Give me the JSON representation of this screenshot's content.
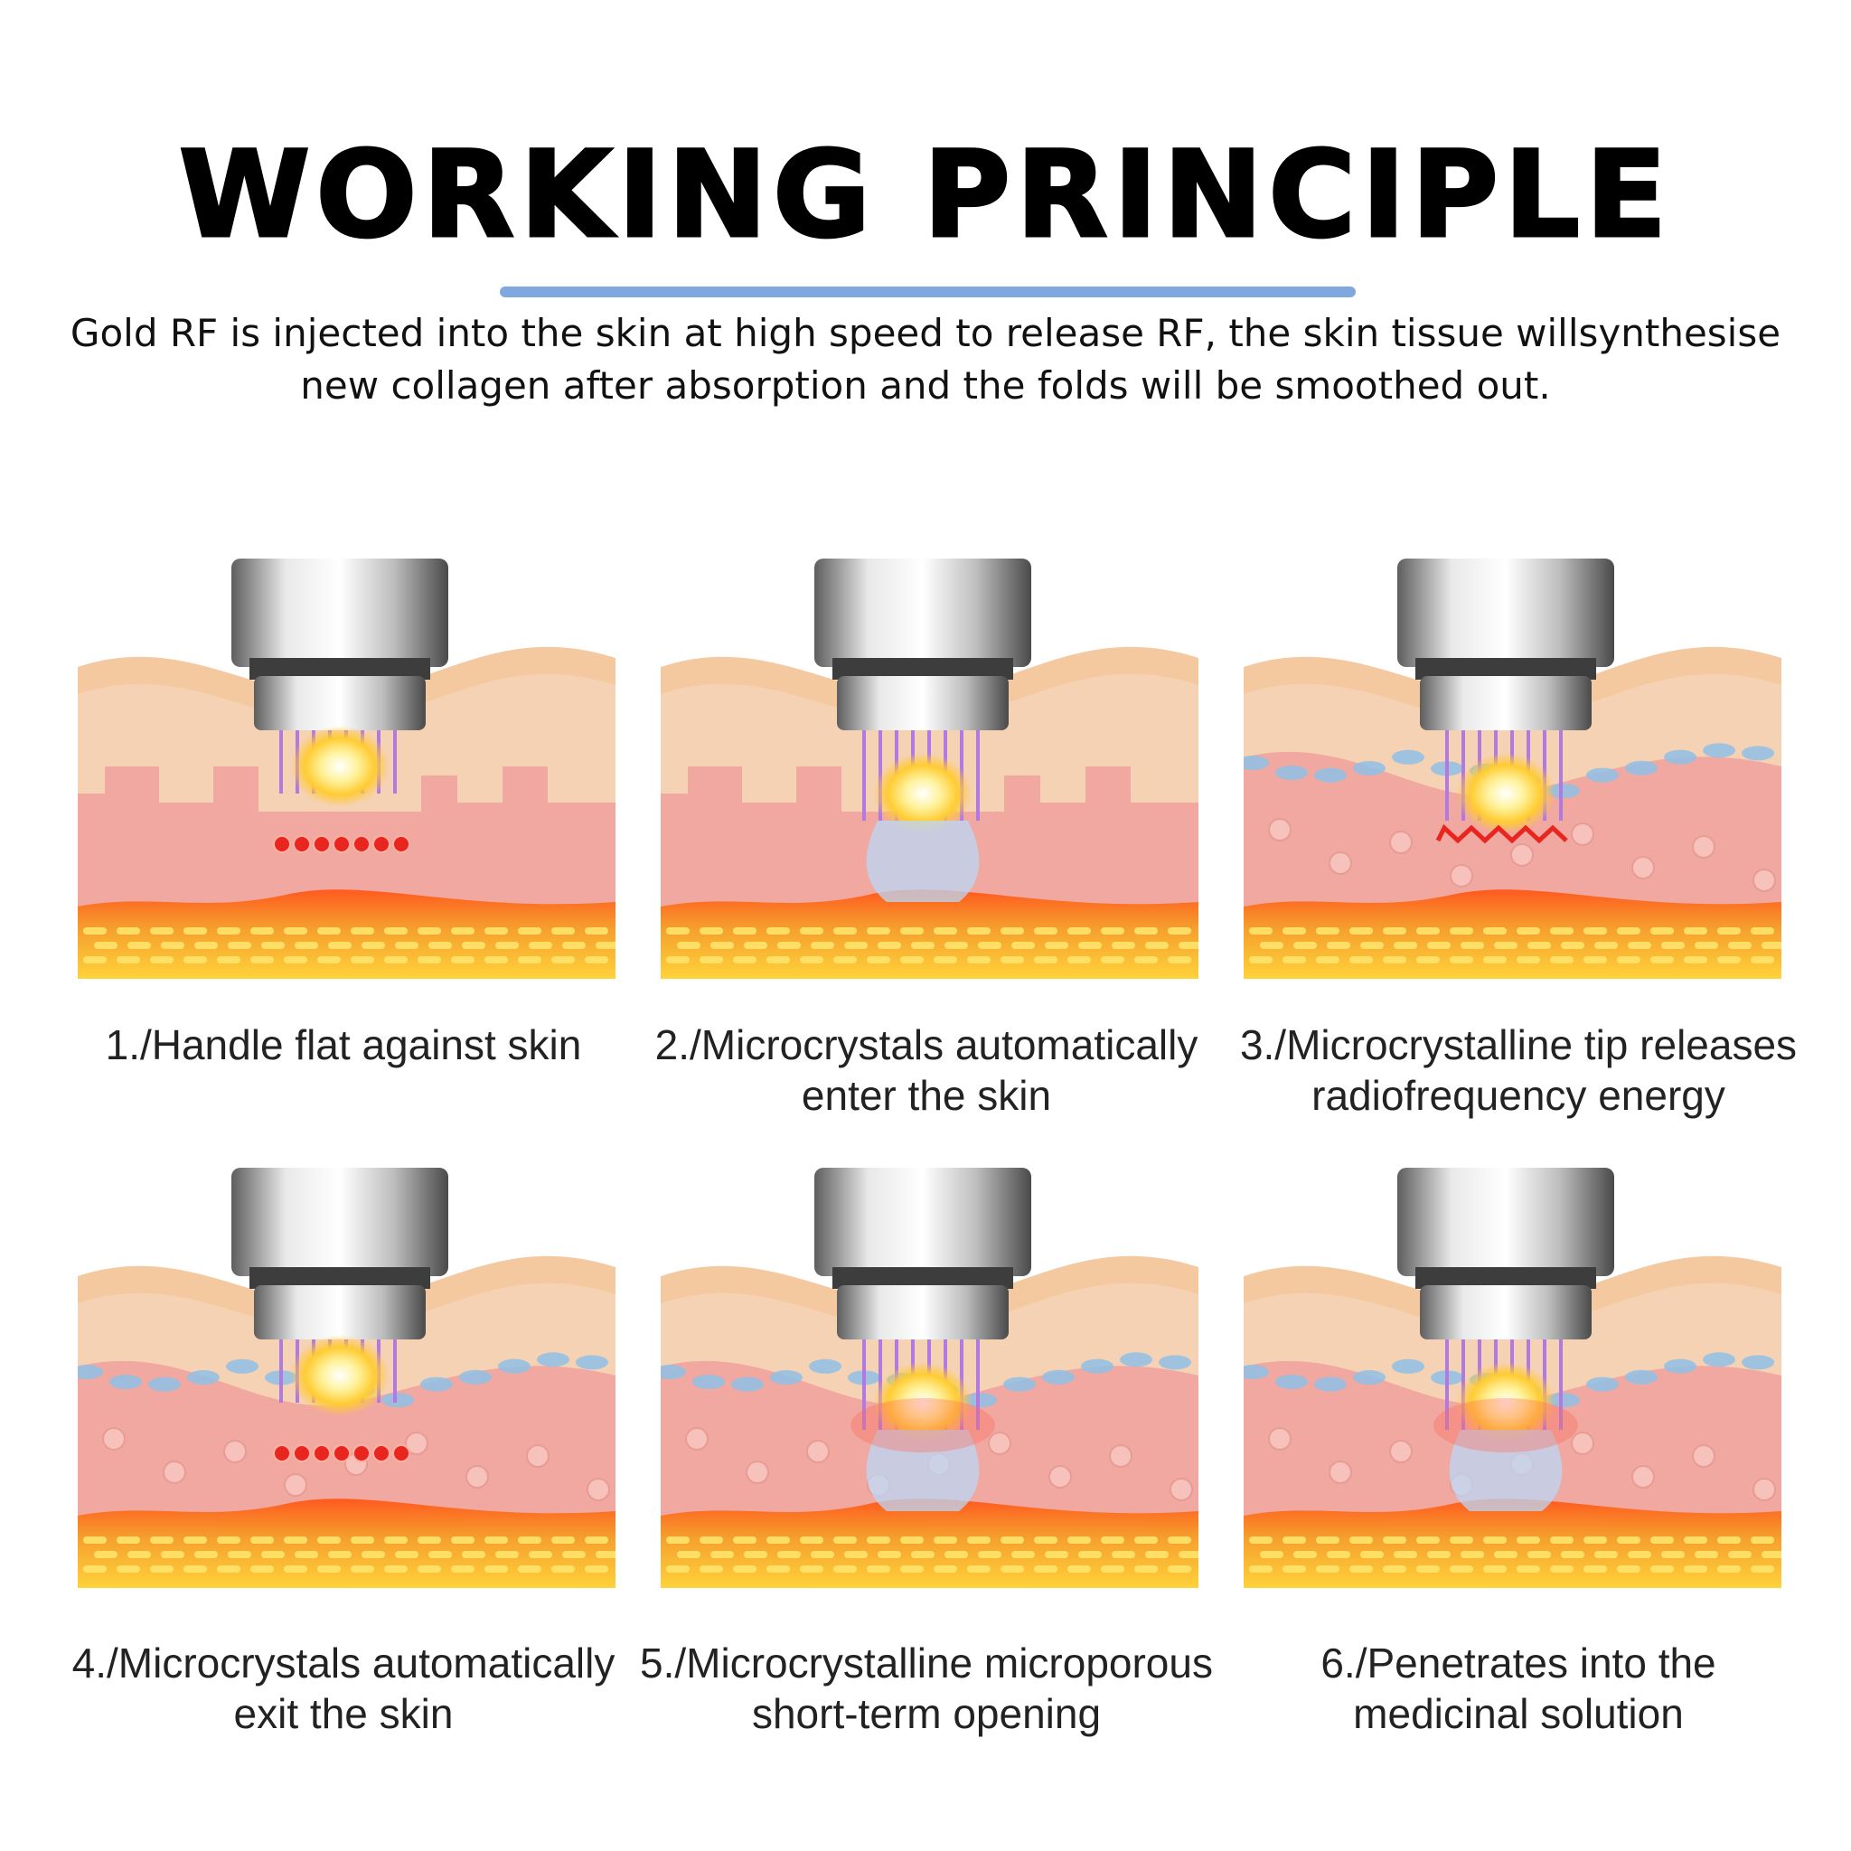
{
  "header": {
    "title": "WORKING PRINCIPLE",
    "description": "Gold RF is injected into the skin at high speed to release RF, the skin tissue willsynthesise new collagen after absorption and the folds will be smoothed out."
  },
  "colors": {
    "accent_rule": "#7fa8de",
    "skin_top": "#f4c9a0",
    "skin_mid": "#f6d2b4",
    "dermis": "#f0a8a0",
    "fat_layer": "#f5a12e",
    "heat_red": "#e8251f"
  },
  "steps": [
    {
      "caption": "1./Handle flat against skin",
      "stage": "flat"
    },
    {
      "caption": "2./Microcrystals automatically enter the skin",
      "stage": "enter"
    },
    {
      "caption": "3./Microcrystalline tip releases radiofrequency energy",
      "stage": "release"
    },
    {
      "caption": "4./Microcrystals automatically exit the skin",
      "stage": "exit"
    },
    {
      "caption": "5./Microcrystalline microporous short-term opening",
      "stage": "opening"
    },
    {
      "caption": "6./Penetrates into the medicinal solution",
      "stage": "penetrate"
    }
  ]
}
